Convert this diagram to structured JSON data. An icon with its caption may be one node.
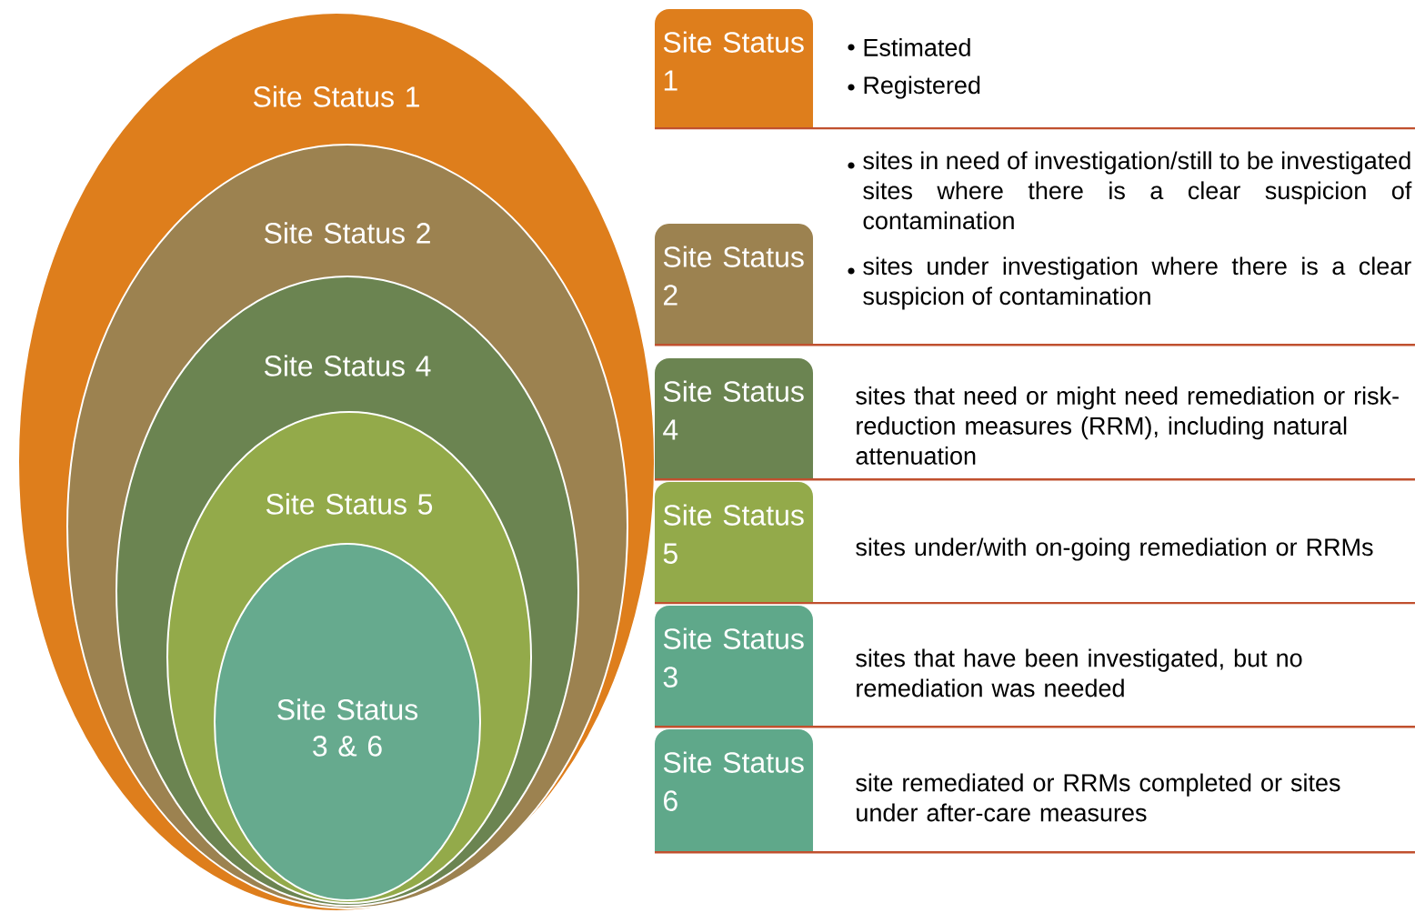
{
  "diagram": {
    "nodes": [
      {
        "text": [
          "Site Status 1"
        ]
      },
      {
        "text": [
          "Site Status 2"
        ],
        "in": 0
      },
      {
        "text": [
          "Site Status 4"
        ],
        "in": 1
      },
      {
        "text": [
          "Site Status 5"
        ],
        "in": 2
      },
      {
        "text": [
          "Site Status 3 & 6"
        ],
        "in": 3
      },
      {
        "text": [
          "Site Status 1"
        ],
        "beside": [
          "Estimated",
          "Registered"
        ]
      },
      {
        "text": [
          "Site Status 2"
        ],
        "beside": [
          "sites in need of investigation/still to be investigated sites where there is a clear suspicion of contamination",
          "sites under investigation where there is a clear suspicion of contamination"
        ]
      },
      {
        "text": [
          "Site Status 4"
        ],
        "beside": [
          "sites that need or might need remediation or risk-reduction measures (RRM), including natural attenuation"
        ]
      },
      {
        "text": [
          "Site Status 5"
        ],
        "beside": [
          "sites under/with on-going remediation or RRMs"
        ]
      },
      {
        "text": [
          "Site Status 3"
        ],
        "beside": [
          "sites that have been investigated, but no remediation was needed"
        ]
      },
      {
        "text": [
          "Site Status 6"
        ],
        "beside": [
          "site remediated or RRMs completed or sites under after-care measures"
        ]
      }
    ]
  }
}
